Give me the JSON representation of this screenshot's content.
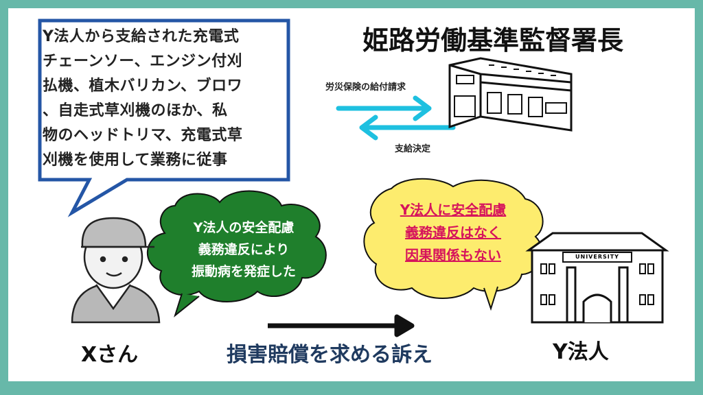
{
  "speech_box": {
    "lines": [
      "Y法人から支給された充電式",
      "チェーンソー、エンジン付刈",
      "払機、植木バリカン、ブロワ",
      "、自走式草刈機のほか、私",
      "物のヘッドトリマ、充電式草",
      "刈機を使用して業務に従事"
    ]
  },
  "title": "姫路労働基準監督署長",
  "arrow_labels": {
    "request": "労災保険の給付請求",
    "decision": "支給決定"
  },
  "green_cloud": {
    "lines": [
      "Y法人の安全配慮",
      "義務違反により",
      "振動病を発症した"
    ]
  },
  "yellow_cloud": {
    "lines": [
      "Y法人に安全配慮",
      "義務違反はなく",
      "因果関係もない"
    ]
  },
  "university_sign": "UNIVERSITY",
  "plaintiff": "Xさん",
  "defendant": "Y法人",
  "lawsuit": "損害賠償を求める訴え",
  "colors": {
    "frame": "#67b8a9",
    "box_border": "#2456a6",
    "arrow": "#1ec0e0",
    "green": "#1f7f2c",
    "yellow": "#fdec6e",
    "pink": "#d6145c",
    "lawsuit": "#1f3a5f"
  }
}
